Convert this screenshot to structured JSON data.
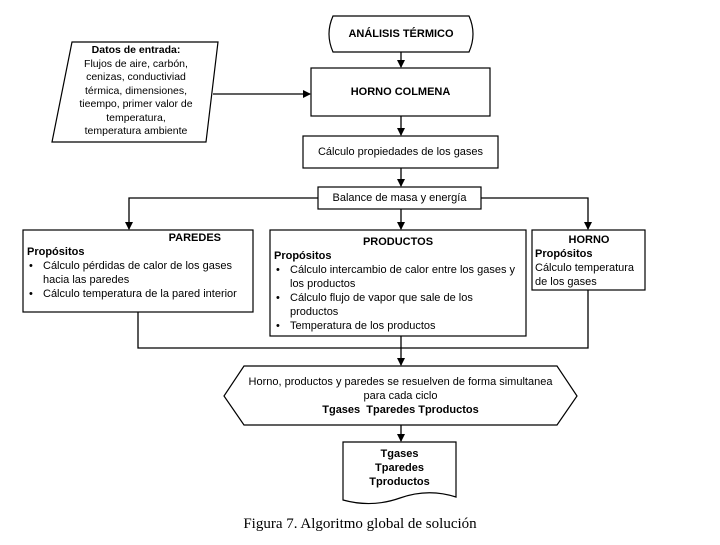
{
  "start": {
    "label": "ANÁLISIS TÉRMICO"
  },
  "input": {
    "title": "Datos de entrada:",
    "lines": [
      "Flujos de aire, carbón,",
      "cenizas, conductiviad",
      "térmica, dimensiones,",
      "tieempo, primer valor de",
      "temperatura,",
      "temperatura ambiente"
    ]
  },
  "horno_colmena": {
    "label": "HORNO COLMENA"
  },
  "calc_gases": {
    "label": "Cálculo propiedades de los gases"
  },
  "balance": {
    "label": "Balance de masa y energía"
  },
  "paredes": {
    "title": "PAREDES",
    "subtitle": "Propósitos",
    "items": [
      "Cálculo pérdidas de calor de los gases hacia las paredes",
      "Cálculo temperatura de la pared interior"
    ]
  },
  "productos": {
    "title": "PRODUCTOS",
    "subtitle": "Propósitos",
    "items": [
      "Cálculo intercambio de calor entre los gases y los productos",
      "Cálculo flujo de vapor que sale de los productos",
      "Temperatura de los productos"
    ]
  },
  "horno": {
    "title": "HORNO",
    "subtitle": "Propósitos",
    "text": "Cálculo temperatura de los gases"
  },
  "simultaneo": {
    "line1": "Horno, productos y paredes se resuelven de forma simultanea",
    "line2": "para cada ciclo",
    "vars": "Tgases  Tparedes Tproductos"
  },
  "output": {
    "lines": [
      "Tgases",
      "Tparedes",
      "Tproductos"
    ]
  },
  "caption": "Figura 7. Algoritmo global de solución"
}
